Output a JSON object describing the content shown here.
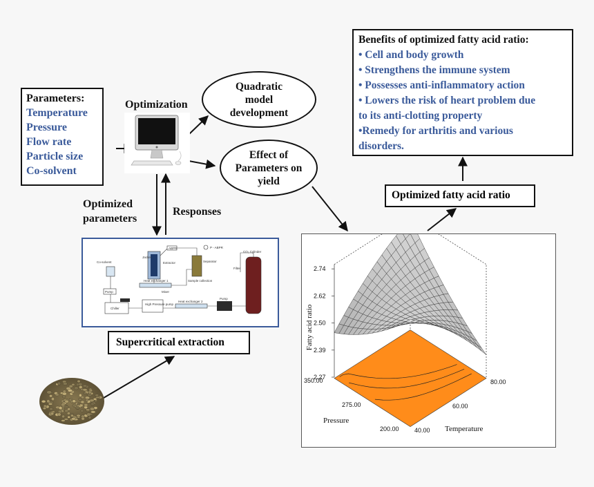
{
  "parameters": {
    "title": "Parameters:",
    "items": [
      "Temperature",
      "Pressure",
      "Flow rate",
      "Particle size",
      "Co-solvent"
    ]
  },
  "optimization_label": "Optimization",
  "quadratic_ellipse": "Quadratic\nmodel\ndevelopment",
  "effect_ellipse": "Effect of\nParameters on\nyield",
  "optimized_parameters_label": "Optimized\nparameters",
  "responses_label": "Responses",
  "supercritical_label": "Supercritical  extraction",
  "optimized_ratio_label": "Optimized fatty acid ratio",
  "benefits": {
    "title": "Benefits of  optimized fatty acid ratio:",
    "items": [
      "• Cell and body growth",
      "• Strengthens the immune system",
      "• Possesses anti-inflammatory  action",
      "• Lowers the risk of heart problem due",
      "to its anti-clotting property",
      "•Remedy for arthritis and various",
      "disorders."
    ]
  },
  "apparatus_labels": {
    "cosolvent": "Co-solvent",
    "pump": "Pump",
    "chiller": "Chiller",
    "jacket": "Jacket",
    "extractor": "Extractor",
    "bpr": "ABPR",
    "separator": "Separator",
    "sample": "Sample collection",
    "filter": "Filter",
    "cylinder": "CO₂ Cylinder",
    "hx1": "Heat exchanger 1",
    "hx2": "Heat exchanger 2",
    "mixer": "Mixer",
    "hpp": "High Pressure pump",
    "pump2": "Pump",
    "bpr2": "P - ABPR"
  },
  "chart_data": {
    "type": "surface3d",
    "title": "",
    "zlabel": "Fatty acid ratio",
    "xlabel": "Temperature",
    "ylabel": "Pressure",
    "z_ticks": [
      "2.74",
      "2.62",
      "2.50",
      "2.39",
      "2.27"
    ],
    "x_ticks": [
      "40.00",
      "60.00",
      "80.00"
    ],
    "y_ticks": [
      "200.00",
      "275.00",
      "350.00"
    ],
    "zlim": [
      2.27,
      2.74
    ],
    "xlim": [
      40,
      80
    ],
    "ylim": [
      200,
      350
    ],
    "contour_color": "#ff8c1a"
  }
}
